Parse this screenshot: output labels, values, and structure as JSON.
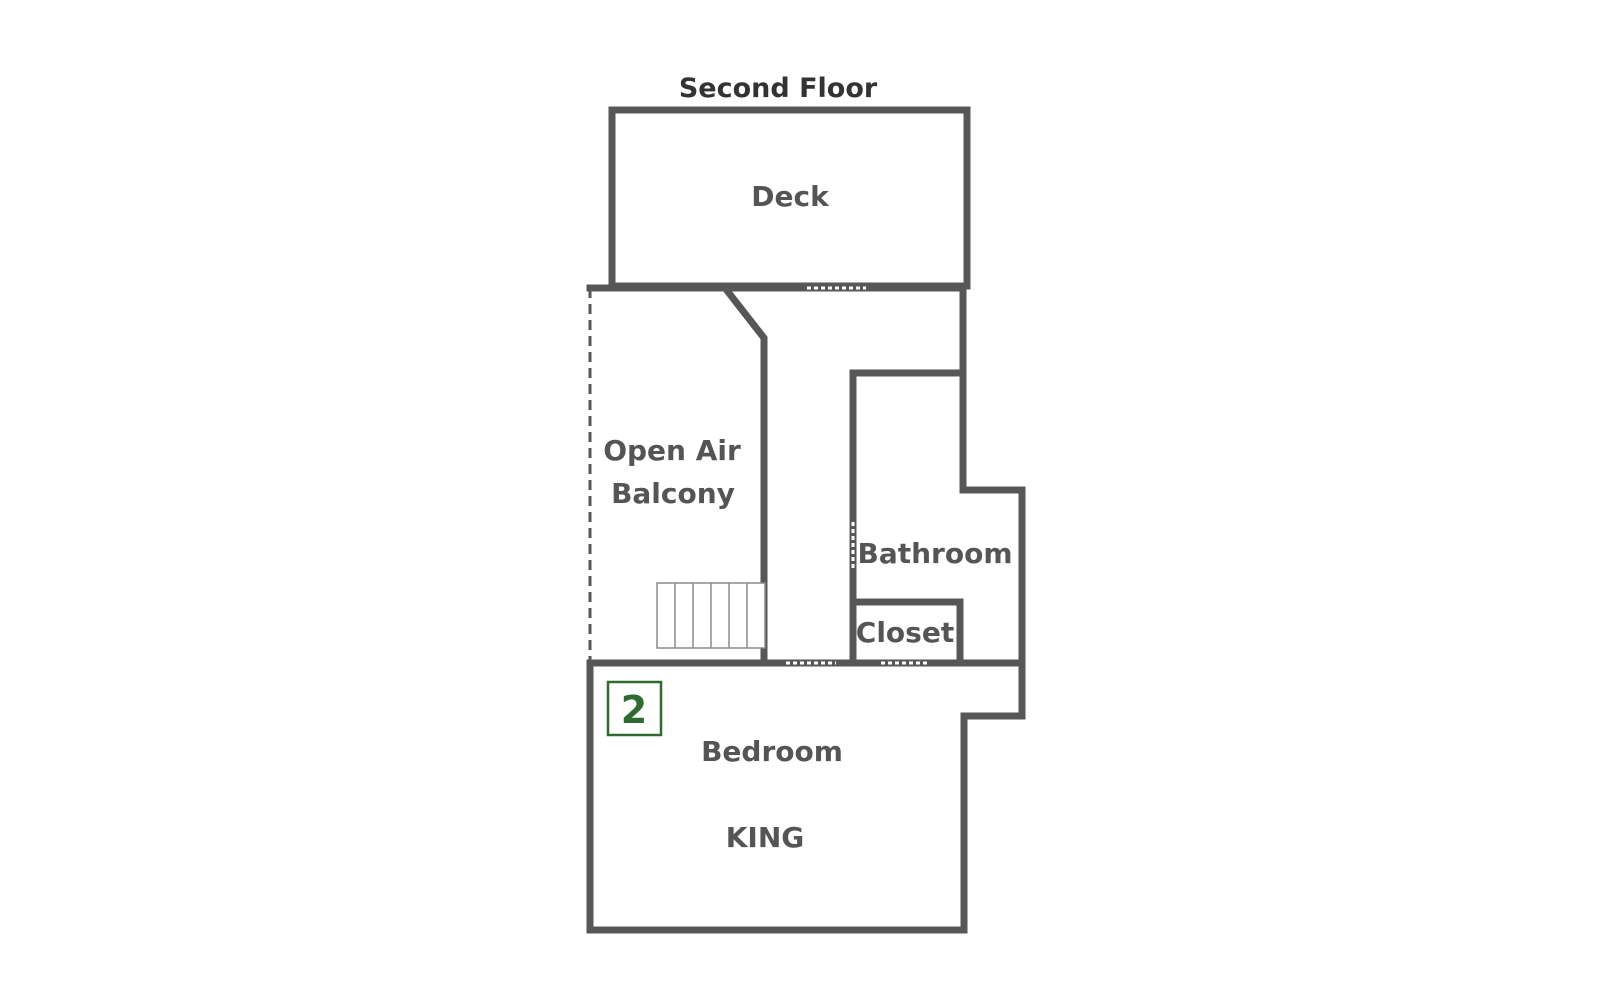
{
  "title": "Second Floor",
  "rooms": {
    "deck": "Deck",
    "balcony_line1": "Open Air",
    "balcony_line2": "Balcony",
    "bathroom": "Bathroom",
    "closet": "Closet",
    "bedroom": "Bedroom",
    "bed": "KING"
  },
  "bedroom_number": "2",
  "colors": {
    "walls": "#575757",
    "labels": "#555555",
    "badge": "#2e6b2e"
  }
}
